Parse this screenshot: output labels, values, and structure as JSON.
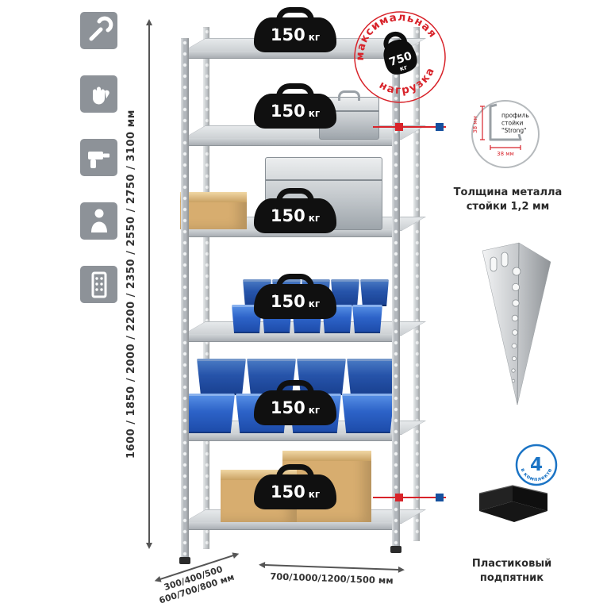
{
  "left_icons": {
    "items": [
      {
        "name": "wrench-icon"
      },
      {
        "name": "gloves-icon"
      },
      {
        "name": "drill-icon"
      },
      {
        "name": "person-icon"
      },
      {
        "name": "rack-post-icon"
      }
    ]
  },
  "dimensions": {
    "height": "1600 / 1850 / 2000 / 2200 / 2350 / 2550 / 2750 / 3100 мм",
    "depth_line1": "300/400/500",
    "depth_line2": "600/700/800 мм",
    "width": "700/1000/1200/1500 мм"
  },
  "shelves": [
    {
      "load_value": "150",
      "load_unit": "кг"
    },
    {
      "load_value": "150",
      "load_unit": "кг"
    },
    {
      "load_value": "150",
      "load_unit": "кг"
    },
    {
      "load_value": "150",
      "load_unit": "кг"
    },
    {
      "load_value": "150",
      "load_unit": "кг"
    },
    {
      "load_value": "150",
      "load_unit": "кг"
    }
  ],
  "max_load_stamp": {
    "arc_top": "максимальная",
    "arc_bottom": "нагрузка",
    "value": "750",
    "unit": "кг"
  },
  "profile_detail": {
    "label_line1": "профиль",
    "label_line2": "стойки",
    "label_line3": "\"Strong\"",
    "dim_vertical": "38 мм",
    "dim_horizontal": "38 мм",
    "caption_line1": "Толщина металла",
    "caption_line2": "стойки 1,2 мм"
  },
  "foot_detail": {
    "badge_value": "4",
    "badge_text": "в комплекте",
    "caption_line1": "Пластиковый",
    "caption_line2": "подпятник"
  },
  "colors": {
    "accent_red": "#d8232a",
    "accent_blue": "#15509e",
    "bin_blue": "#2d63c8",
    "metal_gray": "#b3b8bd",
    "icon_gray": "#8d9298"
  }
}
